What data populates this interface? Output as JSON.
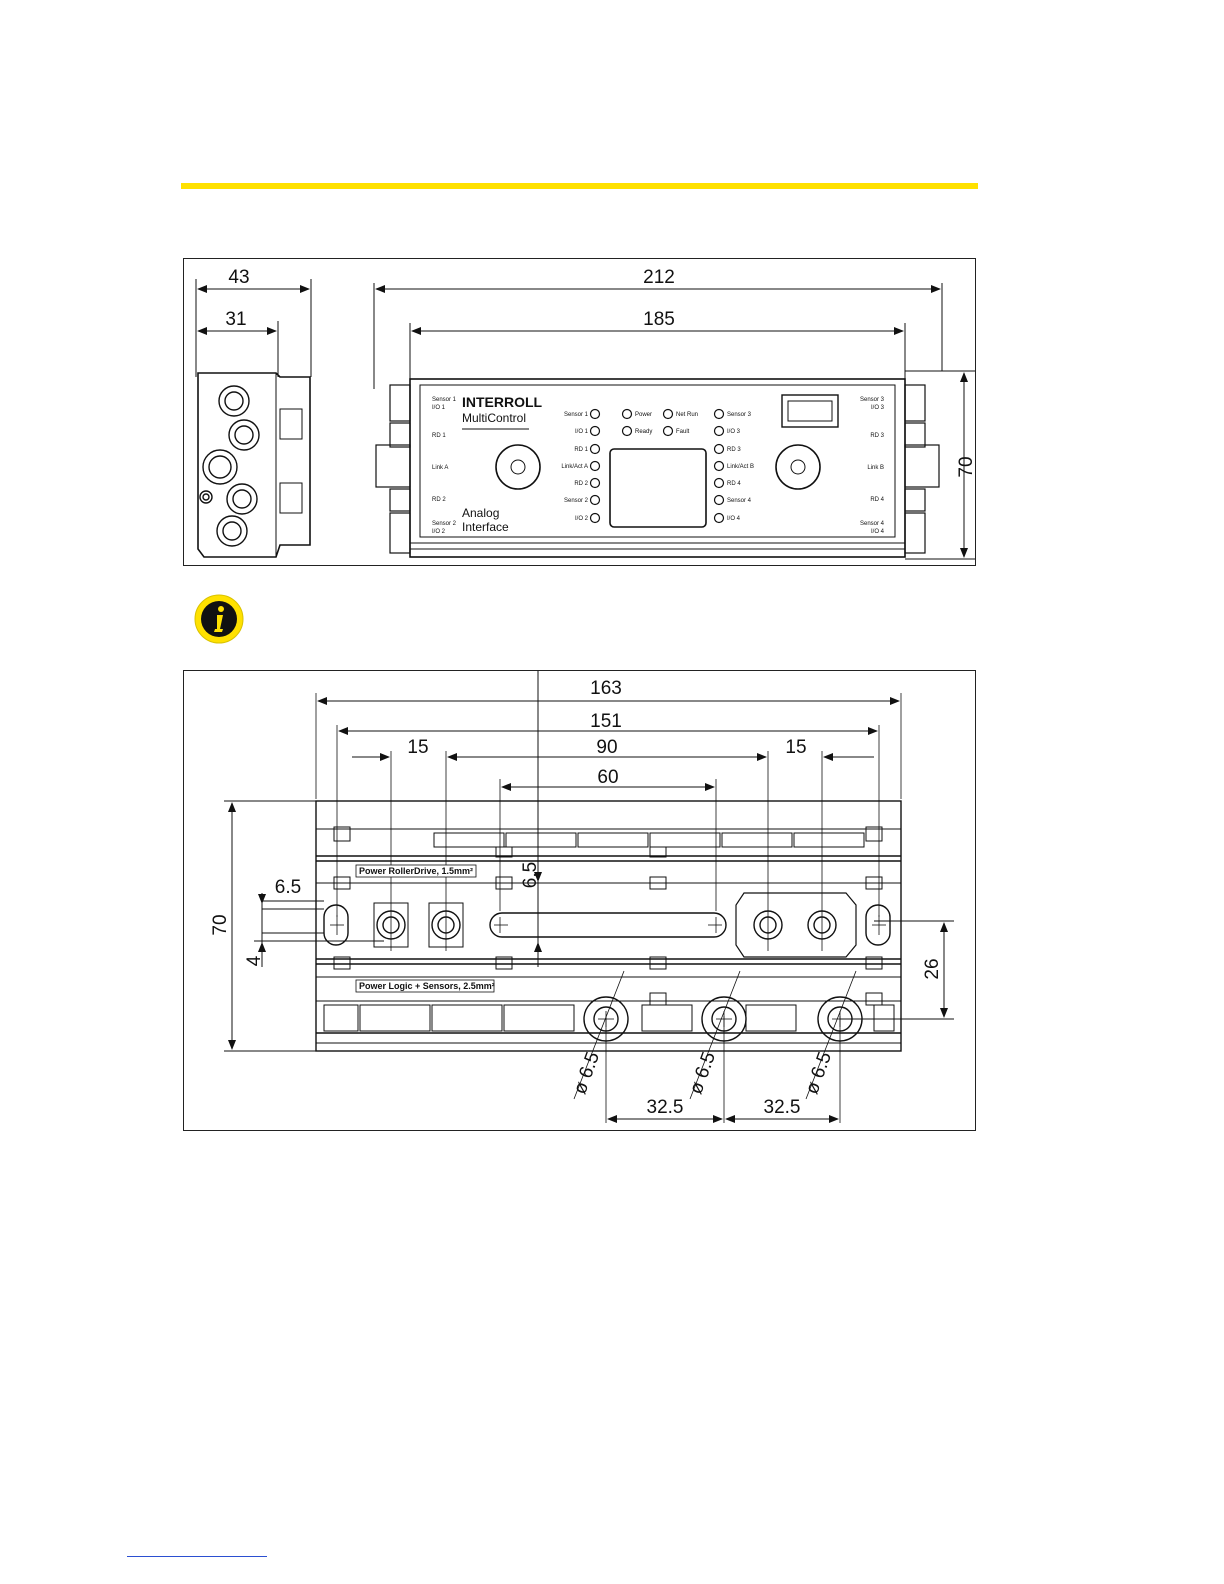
{
  "figure1": {
    "side_view": {
      "dim_width_total": "43",
      "dim_width_inner": "31"
    },
    "front_view": {
      "dim_width_total": "212",
      "dim_width_inner": "185",
      "dim_height": "70",
      "brand": "INTERROLL",
      "product": "MultiControl",
      "subtitle_line1": "Analog",
      "subtitle_line2": "Interface",
      "left_labels": [
        "Sensor 1",
        "I/O 1",
        "RD 1",
        "Link A",
        "RD 2",
        "Sensor 2",
        "I/O 2"
      ],
      "right_labels": [
        "Sensor 3",
        "I/O 3",
        "RD 3",
        "Link B",
        "RD 4",
        "Sensor 4",
        "I/O 4"
      ],
      "led_col1": [
        "Sensor 1",
        "I/O 1",
        "RD 1",
        "Link/Act A",
        "RD 2",
        "Sensor 2",
        "I/O 2"
      ],
      "led_col2": [
        "Power",
        "Ready"
      ],
      "led_col3": [
        "Net Run",
        "Fault"
      ],
      "led_col4": [
        "Sensor 3",
        "I/O 3",
        "RD 3",
        "Link/Act B",
        "RD 4",
        "Sensor 4",
        "I/O 4"
      ]
    }
  },
  "figure2": {
    "dim_163": "163",
    "dim_151": "151",
    "dim_15_left": "15",
    "dim_90": "90",
    "dim_15_right": "15",
    "dim_60": "60",
    "dim_6_5_top": "6.5",
    "dim_6_5_left": "6.5",
    "dim_70": "70",
    "dim_4": "4",
    "dim_26": "26",
    "dia_1": "ø 6.5",
    "dia_2": "ø 6.5",
    "dia_3": "ø 6.5",
    "dim_32_5_left": "32.5",
    "dim_32_5_right": "32.5",
    "label_power_rd": "Power RollerDrive, 1.5mm²",
    "label_power_logic": "Power Logic + Sensors, 2.5mm²"
  },
  "colors": {
    "accent": "#ffe100",
    "link": "#2b4fd1"
  },
  "icons": {
    "info": "info-icon"
  }
}
